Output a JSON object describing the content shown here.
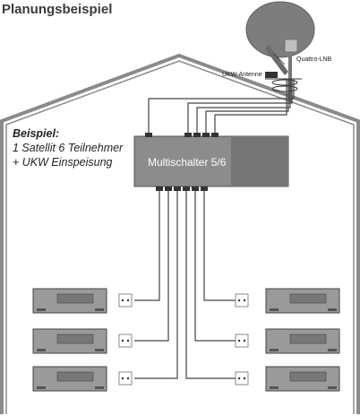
{
  "title": "Planungsbeispiel",
  "example": {
    "heading": "Beispiel:",
    "line1": "1 Satellit 6 Teilnehmer",
    "line2": "+ UKW Einspeisung"
  },
  "multiswitch": {
    "label": "Multischalter 5/6"
  },
  "lnb": {
    "label": "Quattro-LNB"
  },
  "antenna": {
    "label": "UKW-Antenne"
  },
  "colors": {
    "roof": "#8a8a8a",
    "multiswitch_body": "#8c8c8c",
    "multiswitch_dark": "#767676",
    "dish": "#7d7d7d",
    "cable": "#444444",
    "receiver": "#9a9a9a"
  },
  "icons": [
    "satellite-dish-icon",
    "lnb-icon",
    "ukw-antenna-icon",
    "wall-socket-icon",
    "receiver-icon"
  ]
}
